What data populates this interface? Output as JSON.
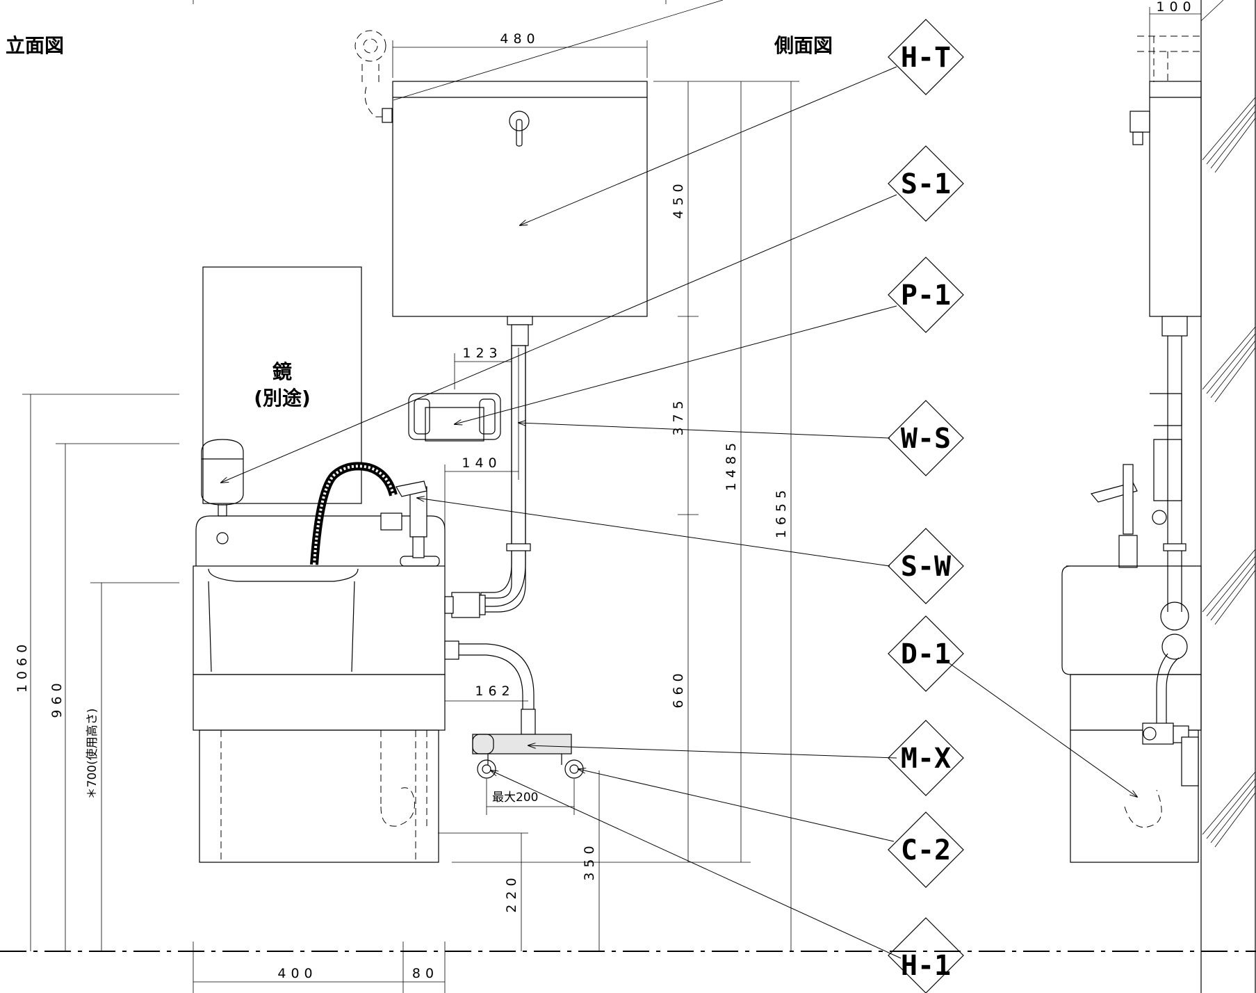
{
  "views": {
    "elevation_title": "立面図",
    "side_title": "側面図"
  },
  "mirror": {
    "line1": "鏡",
    "line2": "(別途)"
  },
  "tags": [
    "H-T",
    "S-1",
    "P-1",
    "W-S",
    "S-W",
    "D-1",
    "M-X",
    "C-2",
    "H-1"
  ],
  "dimensions": {
    "tank_width": "480",
    "tank_height": "450",
    "tank_to_holder": "375",
    "total_1485": "1485",
    "total_1655": "1655",
    "lower_660": "660",
    "offset_123": "123",
    "offset_140": "140",
    "offset_162": "162",
    "mixer_max": "最大200",
    "drain_220": "220",
    "mixer_350": "350",
    "height_1060": "1060",
    "height_960": "960",
    "use_height": "＊700(使用高さ)",
    "base_400": "400",
    "base_80": "80",
    "side_100": "100"
  }
}
